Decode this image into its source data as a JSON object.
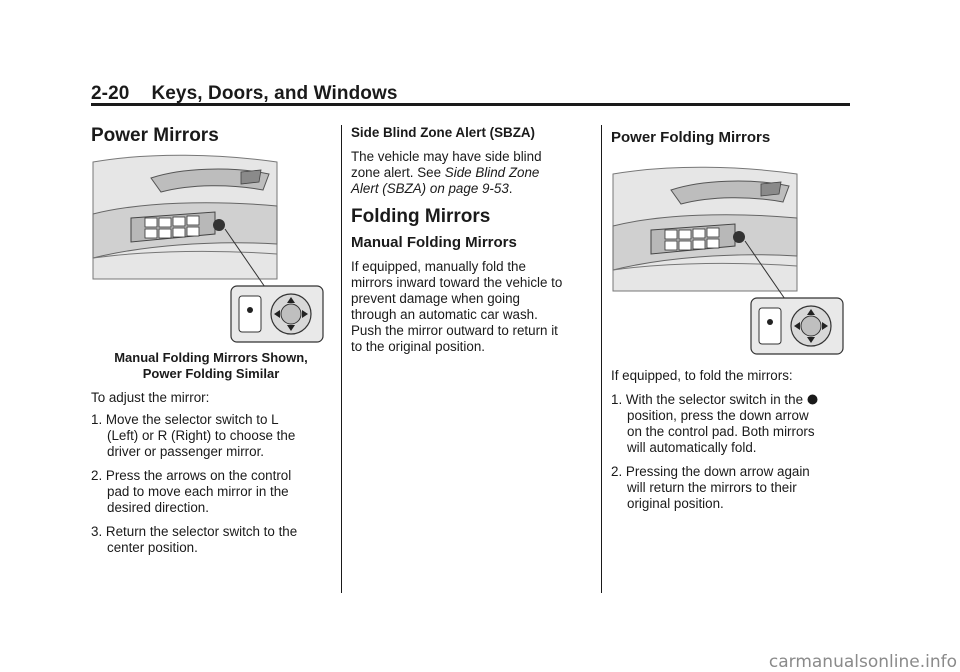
{
  "header": {
    "page_number": "2-20",
    "title": "Keys, Doors, and Windows"
  },
  "col1": {
    "heading": "Power Mirrors",
    "caption_line1": "Manual Folding Mirrors Shown,",
    "caption_line2": "Power Folding Similar",
    "intro": "To adjust the mirror:",
    "steps": [
      {
        "num": "1.",
        "first": "Move the selector switch to L",
        "rest": [
          "(Left) or R (Right) to choose the",
          "driver or passenger mirror."
        ]
      },
      {
        "num": "2.",
        "first": "Press the arrows on the control",
        "rest": [
          "pad to move each mirror in the",
          "desired direction."
        ]
      },
      {
        "num": "3.",
        "first": "Return the selector switch to the",
        "rest": [
          "center position."
        ]
      }
    ]
  },
  "col2": {
    "sbza_heading": "Side Blind Zone Alert (SBZA)",
    "sbza_text_1": "The vehicle may have side blind",
    "sbza_text_2": "zone alert. See ",
    "sbza_ref_1": "Side Blind Zone",
    "sbza_ref_2": "Alert (SBZA) on page 9-53",
    "sbza_end": ".",
    "folding_heading": "Folding Mirrors",
    "manual_heading": "Manual Folding Mirrors",
    "manual_lines": [
      "If equipped, manually fold the",
      "mirrors inward toward the vehicle to",
      "prevent damage when going",
      "through an automatic car wash.",
      "Push the mirror outward to return it",
      "to the original position."
    ]
  },
  "col3": {
    "heading": "Power Folding Mirrors",
    "intro": "If equipped, to fold the mirrors:",
    "steps": [
      {
        "num": "1.",
        "first": "With the selector switch in the",
        "rest": [
          "position, press the down arrow",
          "on the control pad. Both mirrors",
          "will automatically fold."
        ]
      },
      {
        "num": "2.",
        "first": "Pressing the down arrow again",
        "rest": [
          "will return the mirrors to their",
          "original position."
        ]
      }
    ]
  },
  "footer": {
    "watermark": "carmanualsonline.info"
  }
}
